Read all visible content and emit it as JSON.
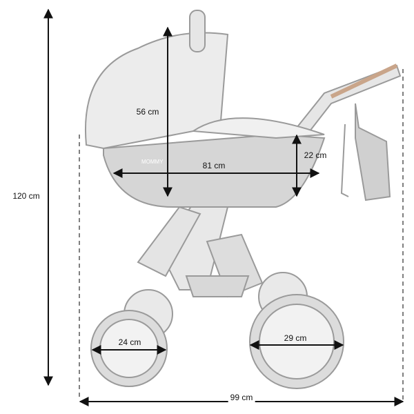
{
  "diagram": {
    "subject": "stroller",
    "brand_mark": "MOMMY",
    "colors": {
      "line": "#111111",
      "body": "#d6d6d6",
      "canopy": "#ececec",
      "outline": "#9a9a9a",
      "accent": "#c9a58a"
    },
    "dimensions": {
      "total_height": "120 cm",
      "carrycot_height": "56 cm",
      "carrycot_length": "81 cm",
      "carrycot_depth": "22 cm",
      "front_wheel": "24 cm",
      "rear_wheel": "29 cm",
      "total_length": "99 cm"
    }
  }
}
